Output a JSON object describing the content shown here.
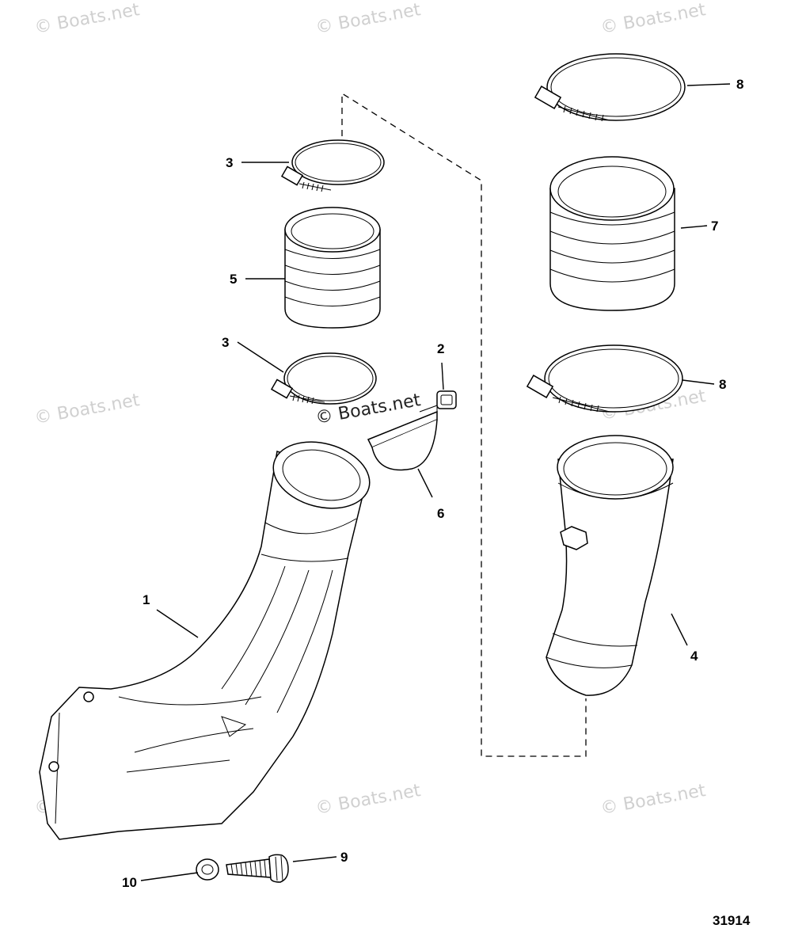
{
  "watermarks": {
    "text": "© Boats.net",
    "center_text": "© Boats.net"
  },
  "callouts": [
    {
      "id": "1",
      "label": "1"
    },
    {
      "id": "2",
      "label": "2"
    },
    {
      "id": "3a",
      "label": "3"
    },
    {
      "id": "3b",
      "label": "3"
    },
    {
      "id": "4",
      "label": "4"
    },
    {
      "id": "5",
      "label": "5"
    },
    {
      "id": "6",
      "label": "6"
    },
    {
      "id": "7",
      "label": "7"
    },
    {
      "id": "8a",
      "label": "8"
    },
    {
      "id": "8b",
      "label": "8"
    },
    {
      "id": "9",
      "label": "9"
    },
    {
      "id": "10",
      "label": "10"
    }
  ],
  "reference_number": "31914"
}
